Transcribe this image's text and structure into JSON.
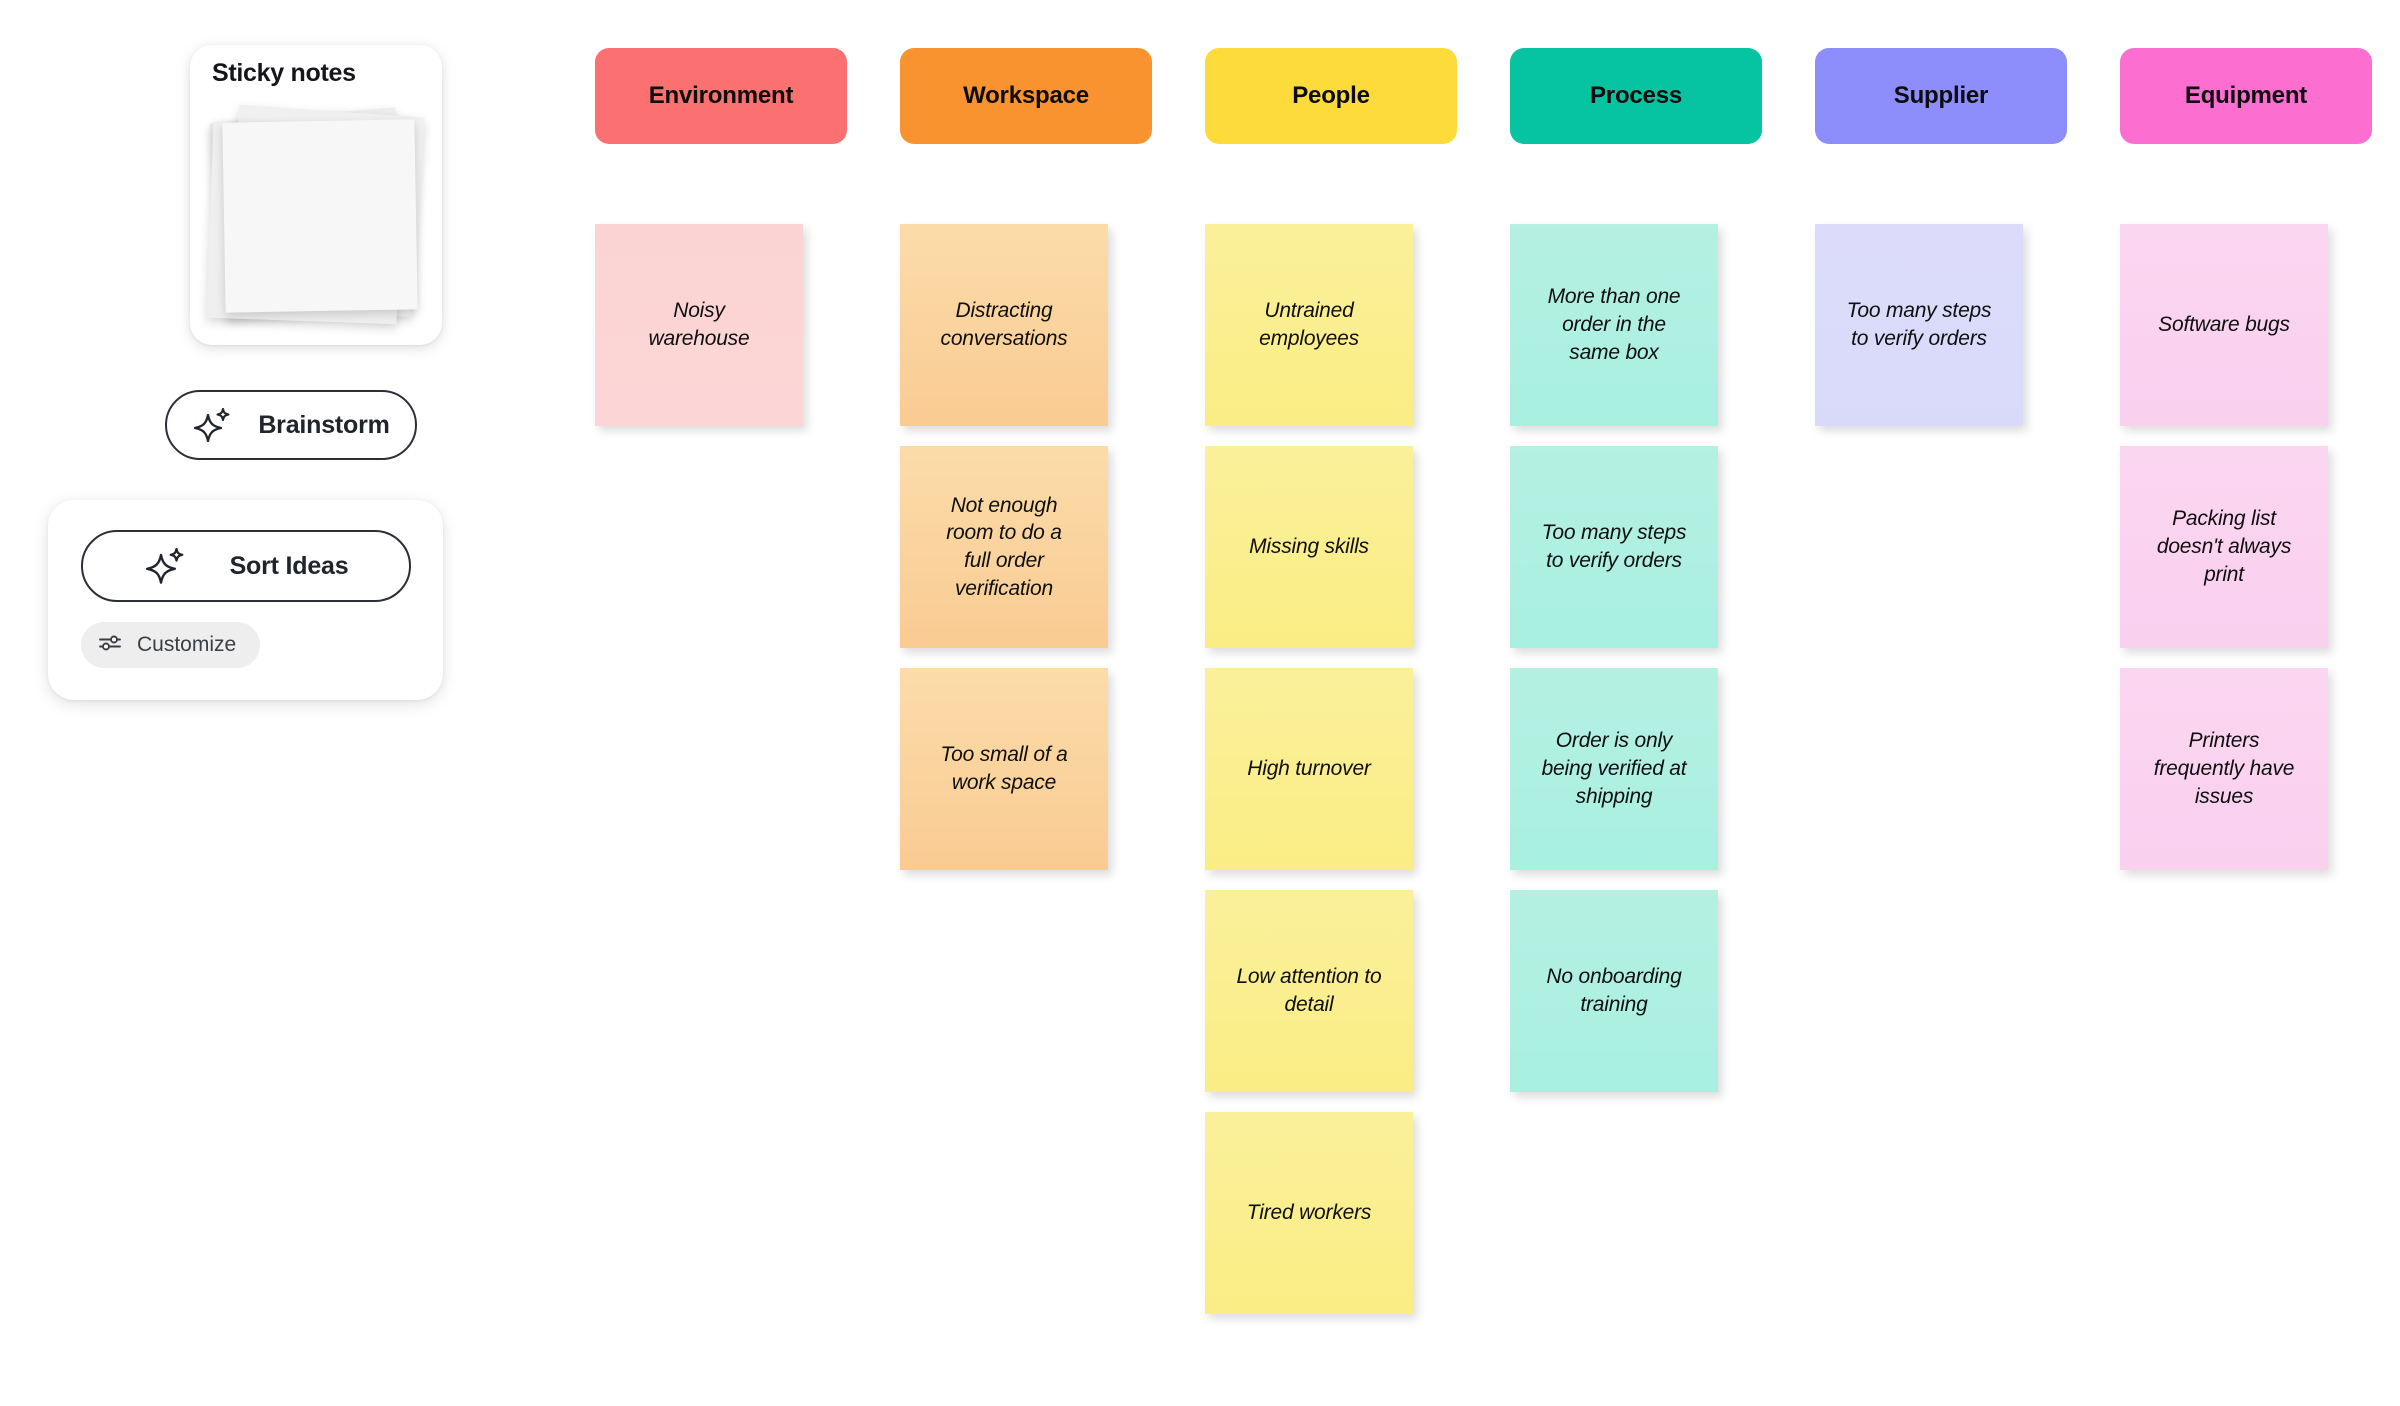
{
  "tool_panel": {
    "thumbnail_card": {
      "title": "Sticky notes",
      "icon": "sticky-note-stack-icon"
    },
    "brainstorm_button": {
      "label": "Brainstorm",
      "icon": "sparkle-icon"
    },
    "sort_card": {
      "sort_button": {
        "label": "Sort Ideas",
        "icon": "sparkle-icon"
      },
      "customize_chip": {
        "label": "Customize",
        "icon": "sliders-icon"
      }
    }
  },
  "board": {
    "columns": [
      {
        "title": "Environment",
        "header_color": "#FB7171",
        "note_color_top": "#FBD3D3",
        "note_color_bottom": "#FCD6D6",
        "notes": [
          "Noisy\nwarehouse"
        ]
      },
      {
        "title": "Workspace",
        "header_color": "#F99330",
        "note_color_top": "#FBDCA9",
        "note_color_bottom": "#FACB93",
        "notes": [
          "Distracting\nconversations",
          "Not enough\nroom to do a\nfull order\nverification",
          "Too small of a\nwork space"
        ]
      },
      {
        "title": "People",
        "header_color": "#FDDB3A",
        "note_color_top": "#FAF09A",
        "note_color_bottom": "#FAED85",
        "notes": [
          "Untrained\nemployees",
          "Missing skills",
          "High turnover",
          "Low attention to\ndetail",
          "Tired workers"
        ]
      },
      {
        "title": "Process",
        "header_color": "#06C4A2",
        "note_color_top": "#B5F0E2",
        "note_color_bottom": "#A8F0E0",
        "notes": [
          "More than one\norder in the\nsame box",
          "Too many steps\nto verify orders",
          "Order is only\nbeing verified at\nshipping",
          "No onboarding\ntraining"
        ]
      },
      {
        "title": "Supplier",
        "header_color": "#8D8DFB",
        "note_color_top": "#DCDCFA",
        "note_color_bottom": "#D9D9FA",
        "notes": [
          "Too many steps\nto verify orders"
        ]
      },
      {
        "title": "Equipment",
        "header_color": "#FC6FD1",
        "note_color_top": "#FBD6F1",
        "note_color_bottom": "#FAD0EF",
        "notes": [
          "Software bugs",
          "Packing list\ndoesn't always\nprint",
          "Printers\nfrequently have\nissues"
        ]
      }
    ]
  }
}
